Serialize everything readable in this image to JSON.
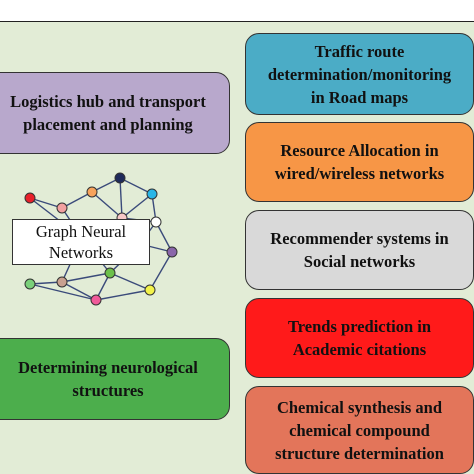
{
  "colors": {
    "background_panel": "#e2ecd6",
    "logistics": "#b8a8cc",
    "neuro": "#4cae4c",
    "traffic": "#4bacc6",
    "resource": "#f79646",
    "recommender": "#d9d9d9",
    "trends": "#ff1a1a",
    "chemical": "#e3755a"
  },
  "center": {
    "label": "Graph Neural\nNetworks"
  },
  "left": {
    "logistics": "Logistics hub and transport\nplacement and planning",
    "neuro": "Determining neurological\nstructures"
  },
  "right": {
    "traffic": "Traffic route\ndetermination/monitoring\nin Road maps",
    "resource": "Resource Allocation in\nwired/wireless networks",
    "recommender": "Recommender systems in\nSocial networks",
    "trends": "Trends prediction in\nAcademic citations",
    "chemical": "Chemical synthesis and\nchemical compound\nstructure determination"
  },
  "graph": {
    "node_colors": [
      "#e8202a",
      "#f2a0a0",
      "#f7a35c",
      "#1f2a5a",
      "#29b6e8",
      "#f7c8c8",
      "#ffffff",
      "#d42a8a",
      "#e8e04a",
      "#8a66aa",
      "#6cc04a",
      "#f2f24a",
      "#c8a090",
      "#7ad07a",
      "#f05a9a"
    ]
  }
}
